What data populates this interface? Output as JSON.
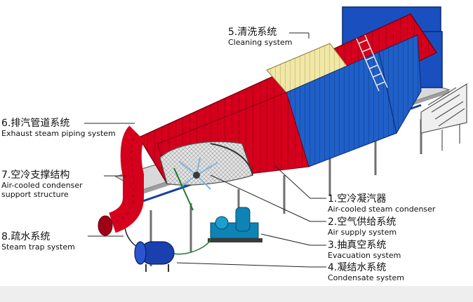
{
  "labels": [
    {
      "key": "cleaning",
      "cn": "5.清洗系统",
      "en": [
        "Cleaning system"
      ]
    },
    {
      "key": "exhaust",
      "cn": "6.排汽管道系统",
      "en": [
        "Exhaust steam piping system"
      ]
    },
    {
      "key": "support",
      "cn": "7.空冷支撑结构",
      "en": [
        "Air-cooled condenser",
        "support structure"
      ]
    },
    {
      "key": "trap",
      "cn": "8.疏水系统",
      "en": [
        "Steam trap system"
      ]
    },
    {
      "key": "condenser",
      "cn": "1.空冷凝汽器",
      "en": [
        "Air-cooled steam condenser"
      ]
    },
    {
      "key": "air",
      "cn": "2.空气供给系统",
      "en": [
        "Air supply system"
      ]
    },
    {
      "key": "evac",
      "cn": "3.抽真空系统",
      "en": [
        "Evacuation system"
      ]
    },
    {
      "key": "condensate",
      "cn": "4.凝结水系统",
      "en": [
        "Condensate system"
      ]
    }
  ],
  "colors": {
    "steam_red": "#d4001c",
    "fin_blue": "#1f5fc8",
    "fin_yellow": "#f1e7a6",
    "frame_gray": "#cfcfcf",
    "leader": "#222222"
  }
}
